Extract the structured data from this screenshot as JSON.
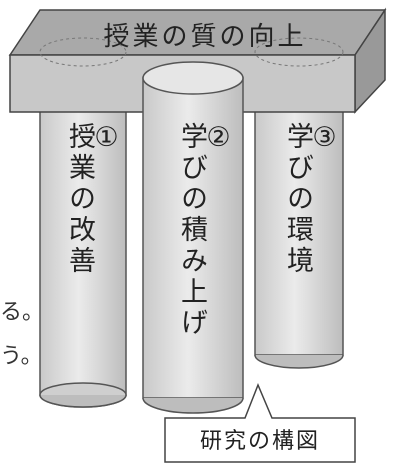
{
  "slab": {
    "title": "授業の質の向上"
  },
  "pillars": [
    {
      "number": "①",
      "label": "授業の改善"
    },
    {
      "number": "②",
      "label": "学びの積み上げ"
    },
    {
      "number": "③",
      "label": "学びの環境"
    }
  ],
  "side_fragments": [
    "る。",
    "う。"
  ],
  "callout": {
    "text": "研究の構図"
  },
  "colors": {
    "pillar_fill": "#d9d9d9",
    "slab_fill": "#c8c8c8",
    "outline": "#555555"
  }
}
